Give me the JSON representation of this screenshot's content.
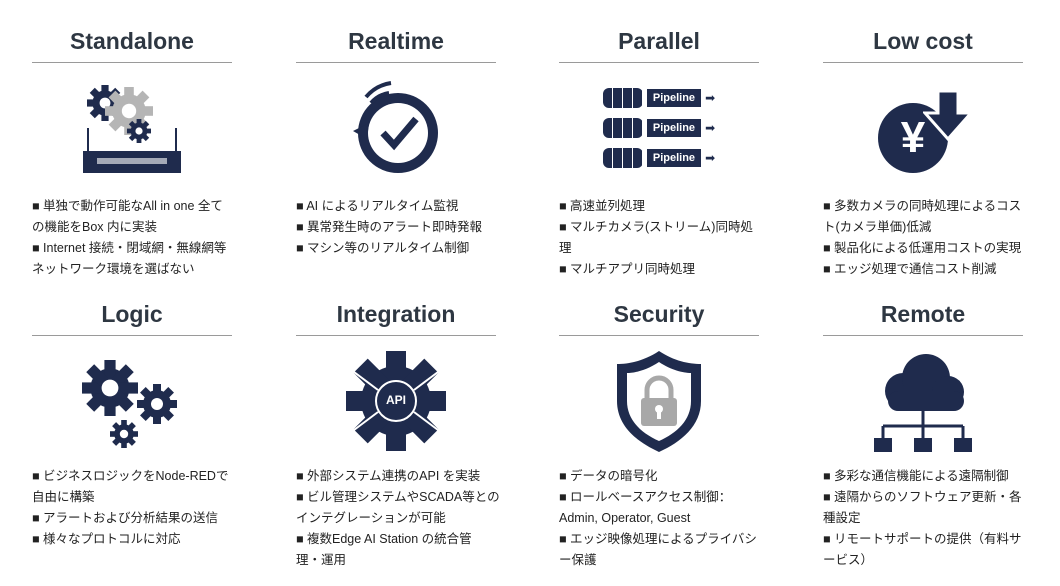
{
  "colors": {
    "navy": "#1f2b4d",
    "title": "#2e3742",
    "gray": "#a8a8a8"
  },
  "features": [
    {
      "title": "Standalone",
      "icon": "gears-box-icon",
      "lines": [
        "■ 単独で動作可能なAll in one 全て",
        "の機能をBox 内に実装",
        "■ Internet 接続・閉域網・無線網等",
        "ネットワーク環境を選ばない"
      ]
    },
    {
      "title": "Realtime",
      "icon": "clock-check-icon",
      "lines": [
        "■ AI によるリアルタイム監視",
        "■ 異常発生時のアラート即時発報",
        "■ マシン等のリアルタイム制御"
      ]
    },
    {
      "title": "Parallel",
      "icon": "camera-pipeline-icon",
      "pipeline_label": "Pipeline",
      "lines": [
        "■ 高速並列処理",
        "■ マルチカメラ(ストリーム)同時処",
        "理",
        "■  マルチアプリ同時処理"
      ]
    },
    {
      "title": "Low cost",
      "icon": "yen-down-icon",
      "yen": "¥",
      "lines": [
        "■ 多数カメラの同時処理によるコス",
        "ト(カメラ単価)低減",
        "■ 製品化による低運用コストの実現",
        "■ エッジ処理で通信コスト削減"
      ]
    },
    {
      "title": "Logic",
      "icon": "gears-icon",
      "lines": [
        "■ ビジネスロジックをNode-REDで",
        "自由に構築",
        "■ アラートおよび分析結果の送信",
        "■ 様々なプロトコルに対応"
      ]
    },
    {
      "title": "Integration",
      "icon": "api-gear-icon",
      "api_label": "API",
      "lines": [
        "■ 外部システム連携のAPI を実装",
        "■ ビル管理システムやSCADA等との",
        "インテグレーションが可能",
        "■ 複数Edge AI Station の統合管",
        "理・運用"
      ]
    },
    {
      "title": "Security",
      "icon": "shield-lock-icon",
      "lines": [
        "■ データの暗号化",
        "■ ロールベースアクセス制御：",
        "Admin, Operator, Guest",
        "■ エッジ映像処理によるプライバシ",
        "ー保護"
      ]
    },
    {
      "title": "Remote",
      "icon": "cloud-network-icon",
      "lines": [
        "■ 多彩な通信機能による遠隔制御",
        "■ 遠隔からのソフトウェア更新・各",
        "種設定",
        "■ リモートサポートの提供（有料サ",
        "ービス）"
      ]
    }
  ]
}
